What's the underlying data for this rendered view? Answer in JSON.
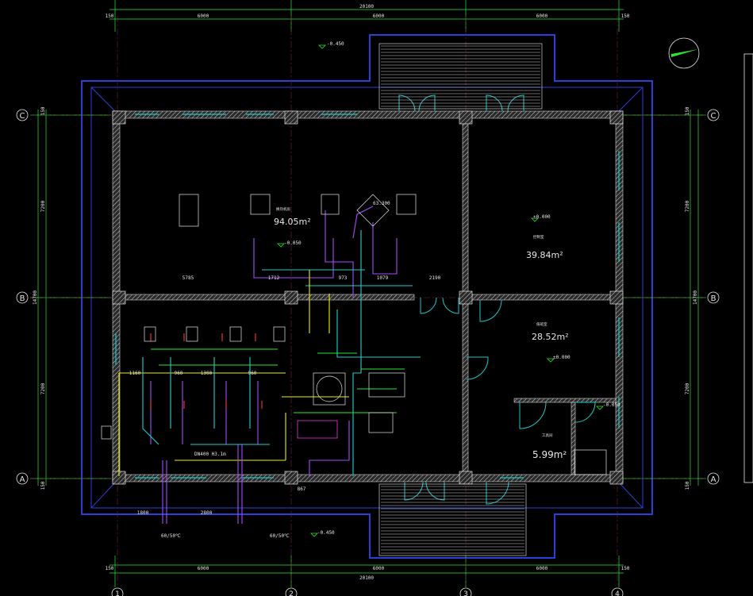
{
  "dims": {
    "top_total": "20100",
    "top_segments": [
      "150",
      "6000",
      "6000",
      "6000",
      "150"
    ],
    "bottom_total": "20100",
    "bottom_segments": [
      "150",
      "6000",
      "6000",
      "6000",
      "150"
    ],
    "left_total": "14700",
    "left_segments": [
      "150",
      "7200",
      "7200",
      "150"
    ],
    "right_total": "14700",
    "right_segments": [
      "150",
      "7200",
      "7200",
      "150"
    ],
    "interior_row1": [
      "5785",
      "1712",
      "973",
      "1079",
      "2190"
    ],
    "interior_row2": [
      "1160",
      "960",
      "1300",
      "960"
    ],
    "interior_bottom": [
      "1800",
      "2800",
      "867"
    ]
  },
  "axes": {
    "row_labels": [
      "C",
      "B",
      "A"
    ],
    "col_labels": [
      "1",
      "2",
      "3",
      "4"
    ]
  },
  "levels": {
    "top": "-0.450",
    "bottom": "-0.450",
    "room_main": "-0.050",
    "room_ne": "±0.000",
    "room_e": "±0.000",
    "tool_room": "-0.050"
  },
  "rooms": {
    "main_name": "换热机房",
    "main_area": "94.05m²",
    "ne_name": "控制室",
    "ne_area": "39.84m²",
    "e_name": "值班室",
    "e_area": "28.52m²",
    "tool_name": "工具间",
    "tool_area": "5.99m²"
  },
  "pipes": {
    "bottom_supply_left": "60/50℃",
    "bottom_supply_right": "60/50℃",
    "header_label": "DN400 H3.1m",
    "elev_label": "63.300"
  },
  "colors": {
    "background": "#000000",
    "grid": "#2ee62e",
    "wall": "#d0d0d0",
    "building_outline": "#2b3fd9",
    "window": "#19c7c7",
    "pipe_purple": "#a34bff",
    "pipe_cyan": "#19d1d1",
    "pipe_yellow": "#f0f000",
    "pipe_green": "#2ee62e",
    "pipe_red": "#ff3030"
  },
  "icons": {
    "north_arrow": "north-arrow-icon",
    "axis_bubble": "axis-bubble-icon"
  }
}
